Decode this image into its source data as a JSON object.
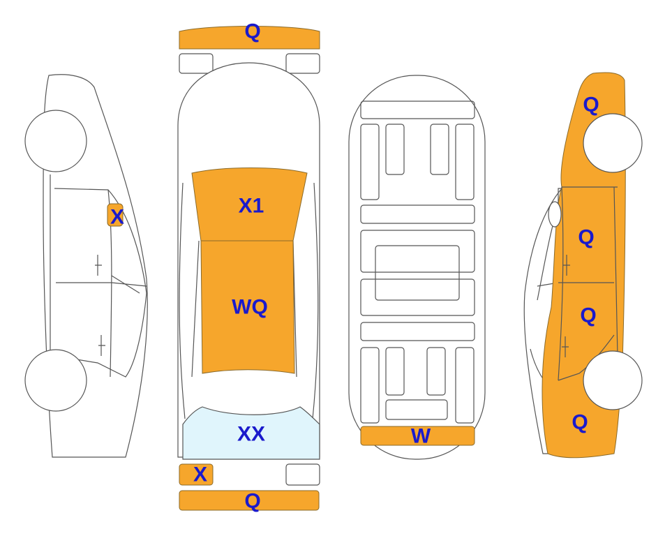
{
  "colors": {
    "damage": "#f6a62c",
    "glass_damage": "#e0f5fc",
    "label": "#1a1acc",
    "outline": "#555555"
  },
  "left_side_view": {
    "front_door_handle_label": "X"
  },
  "top_view": {
    "front_bumper_label": "Q",
    "windshield_label": "X1",
    "roof_label": "WQ",
    "rear_window_label": "XX",
    "rear_left_light_label": "X",
    "rear_bumper_label": "Q"
  },
  "underbody_view": {
    "rear_panel_label": "W"
  },
  "right_side_view": {
    "front_fender_label": "Q",
    "front_door_label": "Q",
    "rear_door_label": "Q",
    "rear_quarter_label": "Q"
  }
}
